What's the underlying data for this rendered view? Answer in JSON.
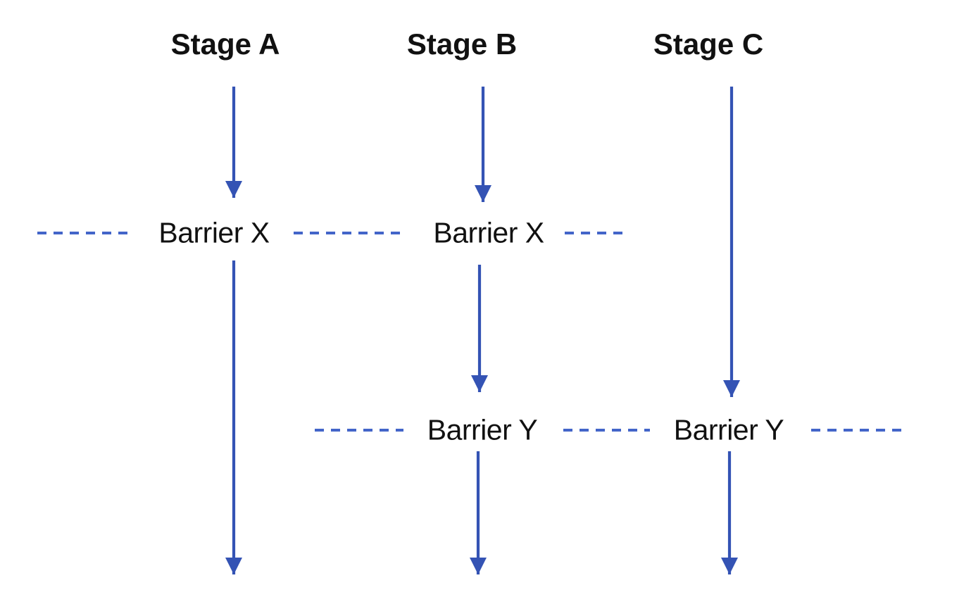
{
  "diagram": {
    "stages": [
      {
        "label": "Stage A"
      },
      {
        "label": "Stage B"
      },
      {
        "label": "Stage C"
      }
    ],
    "barriers": [
      {
        "label": "Barrier X"
      },
      {
        "label": "Barrier X"
      },
      {
        "label": "Barrier Y"
      },
      {
        "label": "Barrier Y"
      }
    ],
    "colors": {
      "arrow-blue": "#3453B4",
      "dash-blue": "#4365C9",
      "label-text": "#111111"
    }
  }
}
